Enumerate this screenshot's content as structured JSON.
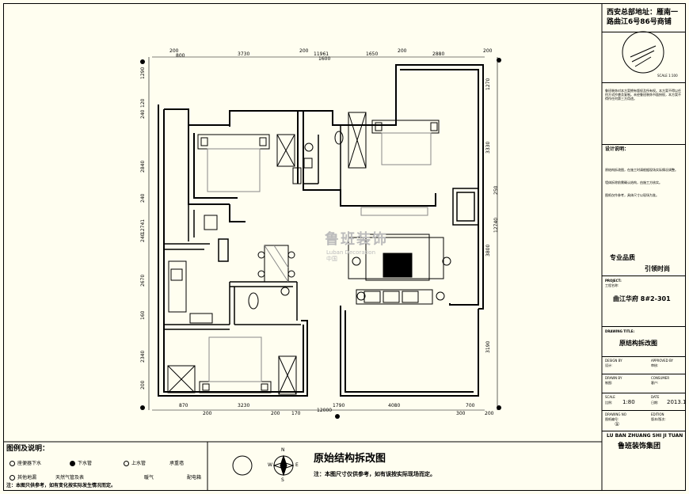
{
  "title_block": {
    "address": "西安总部地址：雁南一路曲江6号86号商铺",
    "scale_label": "SCALE 1:100",
    "copyright": "鲁班装饰对本方案拥有版权及所有权。本方案不得以任何方式抄袭及复制。未经鲁班装饰书面授权，本方案不得作任何第三方用途。",
    "design_notes_label": "设计说明：",
    "design_notes": [
      "原结构拆改图，在施工时请根据现场实际情况调整。",
      "墙体拆除前需确认结构，由施工方核实。",
      "图纸仅作参考，具体尺寸以现场为准。"
    ],
    "slogan_left": "专业品质",
    "slogan_right": "引领时尚",
    "project_label": "PROJECT:",
    "project_cn": "工程名称:",
    "project_name": "曲江华府 8#2-301",
    "drawing_title_label": "DRAWING TITLE:",
    "drawing_title": "原结构拆改图",
    "design_by": "DESIGN BY",
    "design_by_cn": "设计:",
    "approved_by": "APPROVED BY",
    "approved_by_cn": "审核:",
    "drawn_by": "DRAWN BY",
    "drawn_by_cn": "制图:",
    "consumer": "CONSUMER",
    "consumer_cn": "客户:",
    "scale_row_label": "SCALE",
    "scale_cn": "比例:",
    "scale_value": "1:80",
    "date_label": "DATE",
    "date_cn": "日期:",
    "date_value": "2013.1",
    "drawing_no": "DRAWING NO",
    "drawing_no_cn": "图纸编号:",
    "drawing_no_value": "①",
    "edition": "EDITION",
    "edition_cn": "版本/版次:",
    "company_pinyin": "LU BAN ZHUANG SHI JI TUAN",
    "company_name": "鲁班装饰集团"
  },
  "legend": {
    "title": "图例及说明：",
    "items": [
      {
        "label": "座便器下水"
      },
      {
        "label": "下水管"
      },
      {
        "label": "上水管"
      },
      {
        "label": "承重墙"
      },
      {
        "label": "其他地漏"
      },
      {
        "label": "天然气管及表"
      },
      {
        "label": "暖气"
      },
      {
        "label": "配电箱"
      }
    ],
    "note": "注：本图只供参考，如有变化按实际发生情况而定。"
  },
  "drawing": {
    "title": "原始结构拆改图",
    "note": "注：本图尺寸仅供参考，如有误按实际现场而定。",
    "compass": [
      "N",
      "E",
      "S",
      "W"
    ]
  },
  "watermark": {
    "name": "鲁班装饰",
    "pinyin": "Luban Decoration",
    "small": "中国"
  },
  "dimensions": {
    "top": [
      "200",
      "800",
      "3730",
      "200",
      "11961",
      "1600",
      "1650",
      "200",
      "2880",
      "200"
    ],
    "bottom": [
      "870",
      "200",
      "3230",
      "200",
      "170",
      "12000",
      "1790",
      "4080",
      "300",
      "700",
      "200"
    ],
    "left": [
      "1290",
      "120",
      "240",
      "2840",
      "240",
      "12741",
      "240",
      "2670",
      "160",
      "2340",
      "200"
    ],
    "right": [
      "1270",
      "3330",
      "250",
      "12740",
      "3800",
      "3190"
    ]
  }
}
